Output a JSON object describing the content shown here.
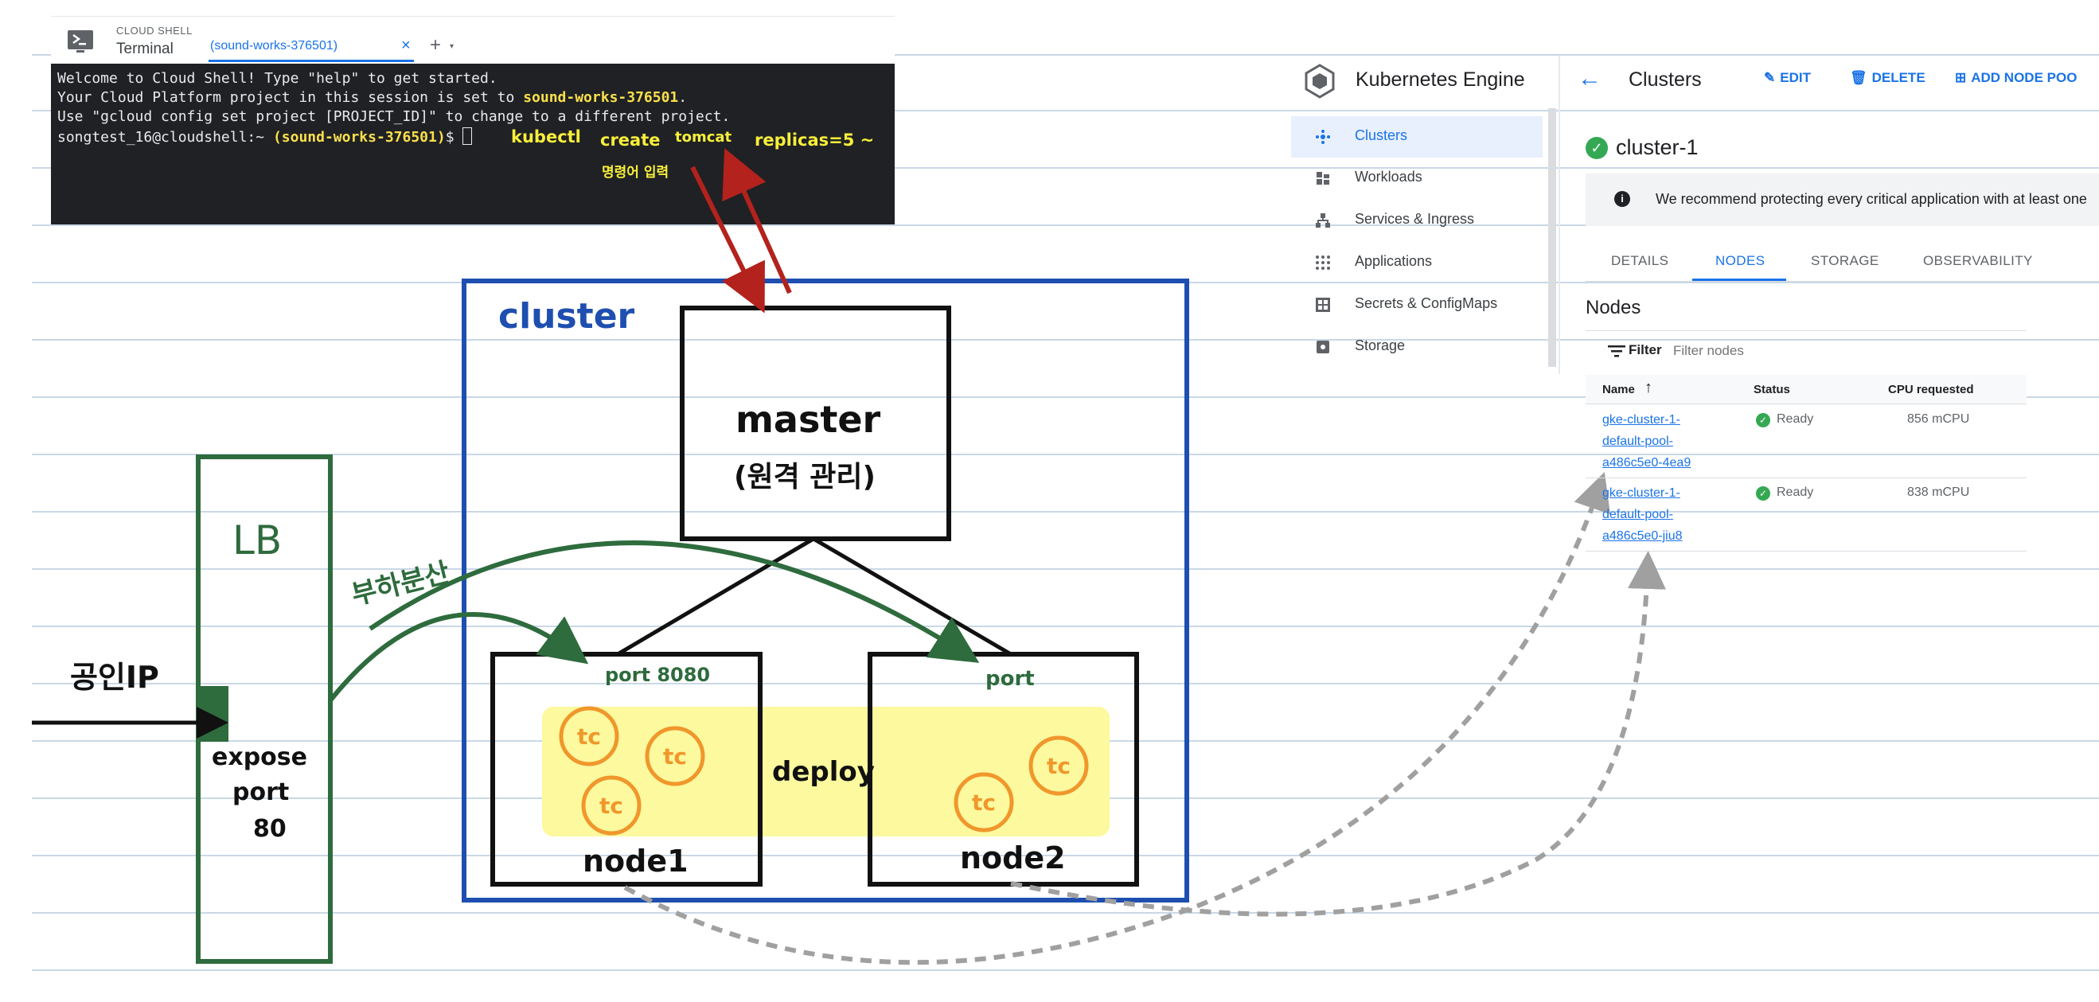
{
  "cloud_shell": {
    "small_title": "CLOUD SHELL",
    "title": "Terminal",
    "tab_label": "(sound-works-376501)",
    "close_glyph": "×",
    "add_glyph": "+",
    "dropdown_glyph": "▾"
  },
  "terminal": {
    "line1": "Welcome to Cloud Shell! Type \"help\" to get started.",
    "line2_prefix": "Your Cloud Platform project in this session is set to ",
    "line2_project": "sound-works-376501",
    "line2_suffix": ".",
    "line3": "Use \"gcloud config set project [PROJECT_ID]\" to change to a different project.",
    "prompt_user": "songtest_16@cloudshell:~ ",
    "prompt_project": "(sound-works-376501)",
    "prompt_end": "$ ",
    "handwritten_cmd1": "kubectl",
    "handwritten_cmd2": "create",
    "handwritten_cmd3": "tomcat",
    "handwritten_cmd4": "replicas=5 ~",
    "handwritten_note": "명령어 입력"
  },
  "diagram": {
    "cluster_label": "cluster",
    "master_label": "master",
    "master_sub": "(원격 관리)",
    "lb_label": "LB",
    "public_ip_label": "공인IP",
    "expose_label_1": "expose",
    "expose_label_2": "port",
    "expose_label_3": "80",
    "load_balance_label": "부하분산",
    "node1_port": "port 8080",
    "node2_port": "port",
    "deploy_label": "deploy",
    "node1_label": "node1",
    "node2_label": "node2",
    "pod_glyph": "tc",
    "colors": {
      "cluster": "#1e4fb0",
      "lb": "#2e6b3d",
      "arrow_red": "#b3221d",
      "pod": "#f0972c",
      "highlight": "#fcf99e"
    }
  },
  "gke": {
    "product_name": "Kubernetes Engine",
    "nav": [
      {
        "label": "Clusters",
        "icon": "clusters-icon",
        "active": true
      },
      {
        "label": "Workloads",
        "icon": "workloads-icon",
        "active": false
      },
      {
        "label": "Services & Ingress",
        "icon": "services-icon",
        "active": false
      },
      {
        "label": "Applications",
        "icon": "applications-icon",
        "active": false
      },
      {
        "label": "Secrets & ConfigMaps",
        "icon": "secrets-icon",
        "active": false
      },
      {
        "label": "Storage",
        "icon": "storage-icon",
        "active": false
      }
    ],
    "page_title": "Clusters",
    "actions": {
      "edit": "EDIT",
      "delete": "DELETE",
      "add_node_pool": "ADD NODE POO"
    },
    "cluster_name": "cluster-1",
    "banner_text": "We recommend protecting every critical application with at least one",
    "tabs": [
      "DETAILS",
      "NODES",
      "STORAGE",
      "OBSERVABILITY"
    ],
    "nodes_heading": "Nodes",
    "filter_label": "Filter",
    "filter_placeholder": "Filter nodes",
    "columns": {
      "name": "Name",
      "status": "Status",
      "cpu": "CPU requested"
    },
    "rows": [
      {
        "name_l1": "gke-cluster-1-",
        "name_l2": "default-pool-",
        "name_l3": "a486c5e0-4ea9",
        "status": "Ready",
        "cpu": "856 mCPU"
      },
      {
        "name_l1": "gke-cluster-1-",
        "name_l2": "default-pool-",
        "name_l3": "a486c5e0-jiu8",
        "status": "Ready",
        "cpu": "838 mCPU"
      }
    ]
  }
}
